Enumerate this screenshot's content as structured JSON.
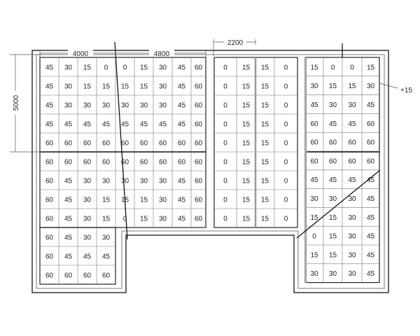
{
  "dimensions": {
    "width_left": "4000",
    "width_mid_left": "4800",
    "width_mid": "2200",
    "height_left": "5000",
    "level_note": "+15"
  },
  "grids": {
    "left_upper": [
      [
        "45",
        "30",
        "15",
        "0",
        "0",
        "15",
        "30",
        "45",
        "60"
      ],
      [
        "45",
        "30",
        "15",
        "15",
        "15",
        "15",
        "30",
        "45",
        "60"
      ],
      [
        "45",
        "30",
        "30",
        "30",
        "30",
        "30",
        "30",
        "45",
        "60"
      ],
      [
        "45",
        "45",
        "45",
        "45",
        "45",
        "45",
        "45",
        "45",
        "60"
      ],
      [
        "60",
        "60",
        "60",
        "60",
        "60",
        "60",
        "60",
        "60",
        "60"
      ],
      [
        "60",
        "60",
        "60",
        "60",
        "60",
        "60",
        "60",
        "60",
        "60"
      ],
      [
        "60",
        "45",
        "30",
        "30",
        "30",
        "30",
        "30",
        "45",
        "60"
      ],
      [
        "60",
        "45",
        "30",
        "15",
        "15",
        "15",
        "30",
        "45",
        "60"
      ],
      [
        "60",
        "45",
        "30",
        "15",
        "0",
        "15",
        "30",
        "45",
        "60"
      ]
    ],
    "left_lower": [
      [
        "60",
        "45",
        "30",
        "30"
      ],
      [
        "60",
        "45",
        "45",
        "45"
      ],
      [
        "60",
        "60",
        "60",
        "60"
      ]
    ],
    "middle": [
      [
        "0",
        "15",
        "15",
        "0"
      ],
      [
        "0",
        "15",
        "15",
        "0"
      ],
      [
        "0",
        "15",
        "15",
        "0"
      ],
      [
        "0",
        "15",
        "15",
        "0"
      ],
      [
        "0",
        "15",
        "15",
        "0"
      ],
      [
        "0",
        "15",
        "15",
        "0"
      ],
      [
        "0",
        "15",
        "15",
        "0"
      ],
      [
        "0",
        "15",
        "15",
        "0"
      ],
      [
        "0",
        "15",
        "15",
        "0"
      ]
    ],
    "right": [
      [
        "15",
        "0",
        "0",
        "15"
      ],
      [
        "30",
        "15",
        "15",
        "30"
      ],
      [
        "45",
        "30",
        "30",
        "45"
      ],
      [
        "60",
        "45",
        "45",
        "60"
      ],
      [
        "60",
        "60",
        "60",
        "60"
      ],
      [
        "60",
        "60",
        "60",
        "60"
      ],
      [
        "45",
        "45",
        "45",
        "45"
      ],
      [
        "30",
        "30",
        "30",
        "45"
      ],
      [
        "15",
        "15",
        "30",
        "45"
      ],
      [
        "0",
        "15",
        "30",
        "45"
      ],
      [
        "15",
        "15",
        "30",
        "45"
      ],
      [
        "30",
        "30",
        "30",
        "45"
      ]
    ]
  }
}
